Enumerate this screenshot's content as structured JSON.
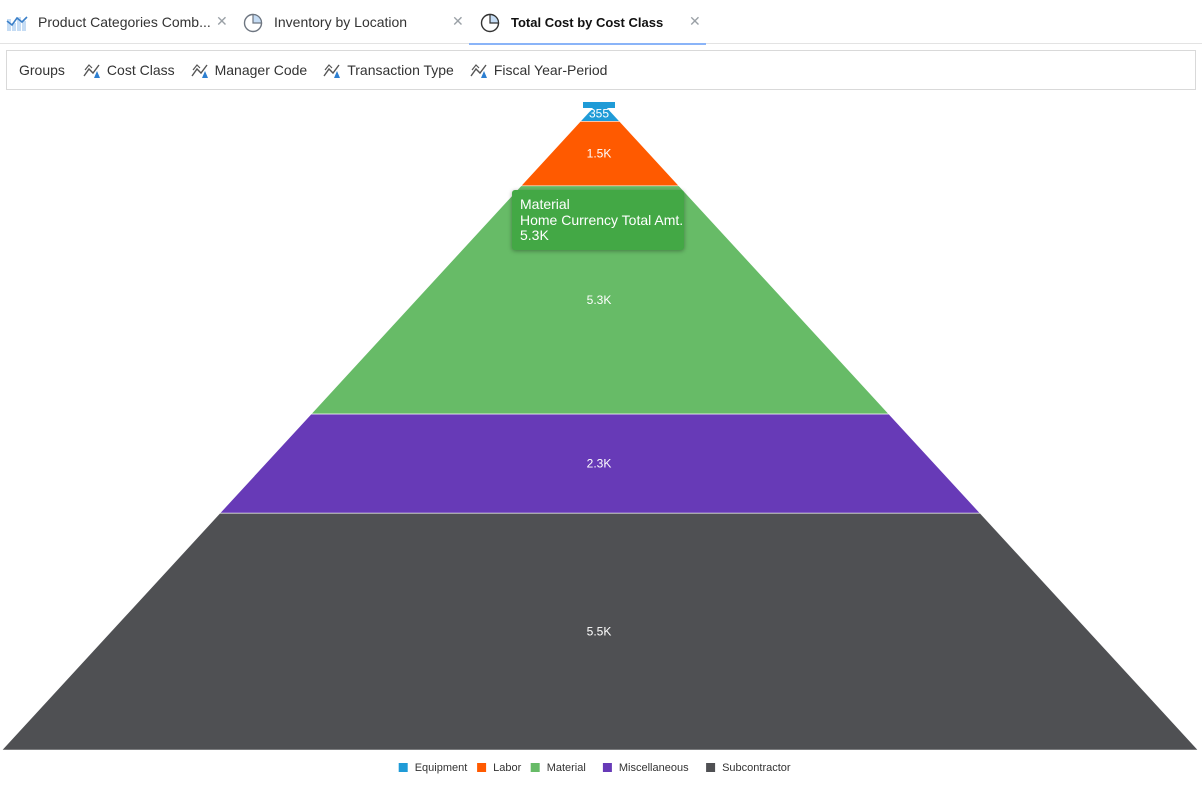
{
  "tabs": [
    {
      "label": "Product Categories Comb...",
      "icon": "bar-chart-icon",
      "active": false
    },
    {
      "label": "Inventory by Location",
      "icon": "pie-chart-icon",
      "active": false
    },
    {
      "label": "Total Cost by Cost Class",
      "icon": "pie-chart-icon",
      "active": true
    }
  ],
  "groups": {
    "label": "Groups",
    "items": [
      "Cost Class",
      "Manager Code",
      "Transaction Type",
      "Fiscal Year-Period"
    ]
  },
  "tooltip": {
    "category": "Material",
    "measure": "Home Currency Total Amt.",
    "value": "5.3K"
  },
  "chart_data": {
    "type": "funnel",
    "measure": "Home Currency Total Amt.",
    "categories": [
      "Equipment",
      "Labor",
      "Material",
      "Miscellaneous",
      "Subcontractor"
    ],
    "values": [
      355,
      1500,
      5300,
      2300,
      5500
    ],
    "labels": [
      "355",
      "1.5K",
      "5.3K",
      "2.3K",
      "5.5K"
    ],
    "colors": [
      "#1f9bd7",
      "#ff5a00",
      "#67bb67",
      "#673ab7",
      "#4f5053"
    ],
    "legend_position": "bottom-center"
  }
}
